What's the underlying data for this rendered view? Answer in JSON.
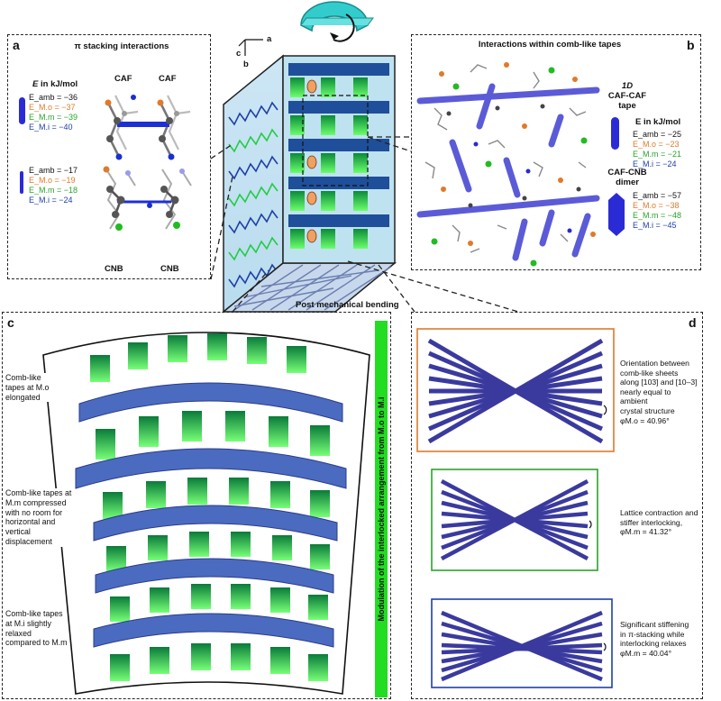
{
  "panel_a": {
    "label": "a",
    "title": "π stacking interactions",
    "energy_header_prefix": "E",
    "energy_header_suffix": " in kJ/mol",
    "group1": {
      "amb": "E_amb = −36",
      "mo": "E_M.o = −37",
      "mm": "E_M.m = −39",
      "mi": "E_M.i = −40"
    },
    "group2": {
      "amb": "E_amb = −17",
      "mo": "E_M.o = −19",
      "mm": "E_M.m = −18",
      "mi": "E_M.i = −24"
    },
    "mol_top_left": "CAF",
    "mol_top_right": "CAF",
    "mol_bottom_left": "CNB",
    "mol_bottom_right": "CNB"
  },
  "axes": {
    "c": "c",
    "b": "b",
    "a": "a"
  },
  "center": {
    "caption": "Post mechanical bending"
  },
  "panel_b": {
    "label": "b",
    "title": "Interactions within comb-like tapes",
    "tape_title_1": "1D",
    "tape_title_2": "CAF-CAF",
    "tape_title_3": "tape",
    "energy_header": "E in kJ/mol",
    "group1": {
      "amb": "E_amb = −25",
      "mo": "E_M.o = −23",
      "mm": "E_M.m = −21",
      "mi": "E_M.i = −24"
    },
    "dimer_title_1": "CAF-CNB",
    "dimer_title_2": "dimer",
    "group2": {
      "amb": "E_amb = −57",
      "mo": "E_M.o = −38",
      "mm": "E_M.m = −48",
      "mi": "E_M.i = −45"
    }
  },
  "panel_c": {
    "label": "c",
    "note1": [
      "Comb-like",
      "tapes at M.o",
      "elongated"
    ],
    "note2": [
      "Comb-like tapes at",
      "M.m compressed",
      "with no room for",
      "horizontal and",
      "vertical",
      "displacement"
    ],
    "note3": [
      "Comb-like tapes",
      "at M.i slightly",
      "relaxed",
      "compared to M.m"
    ],
    "vertical_label": "Modulation of the interlocked arrangement from M.o to M.i"
  },
  "panel_d": {
    "label": "d",
    "note1": [
      "Orientation between",
      "comb-like sheets",
      "along [103] and [10–3]",
      "nearly equal to ambient",
      "crystal structure",
      "φM.o = 40.96°"
    ],
    "note2": [
      "Lattice contraction and",
      "stiffer interlocking,",
      "φM.m = 41.32°"
    ],
    "note3": [
      "Significant stiffening",
      "in π-stacking while",
      "interlocking relaxes",
      "φM.m = 40.04°"
    ]
  },
  "colors": {
    "orange": "#e07a2a",
    "green": "#2aa32a",
    "blue": "#1f3fa6",
    "tape": "#3a3a9e",
    "bar_green": "#22dd22"
  }
}
